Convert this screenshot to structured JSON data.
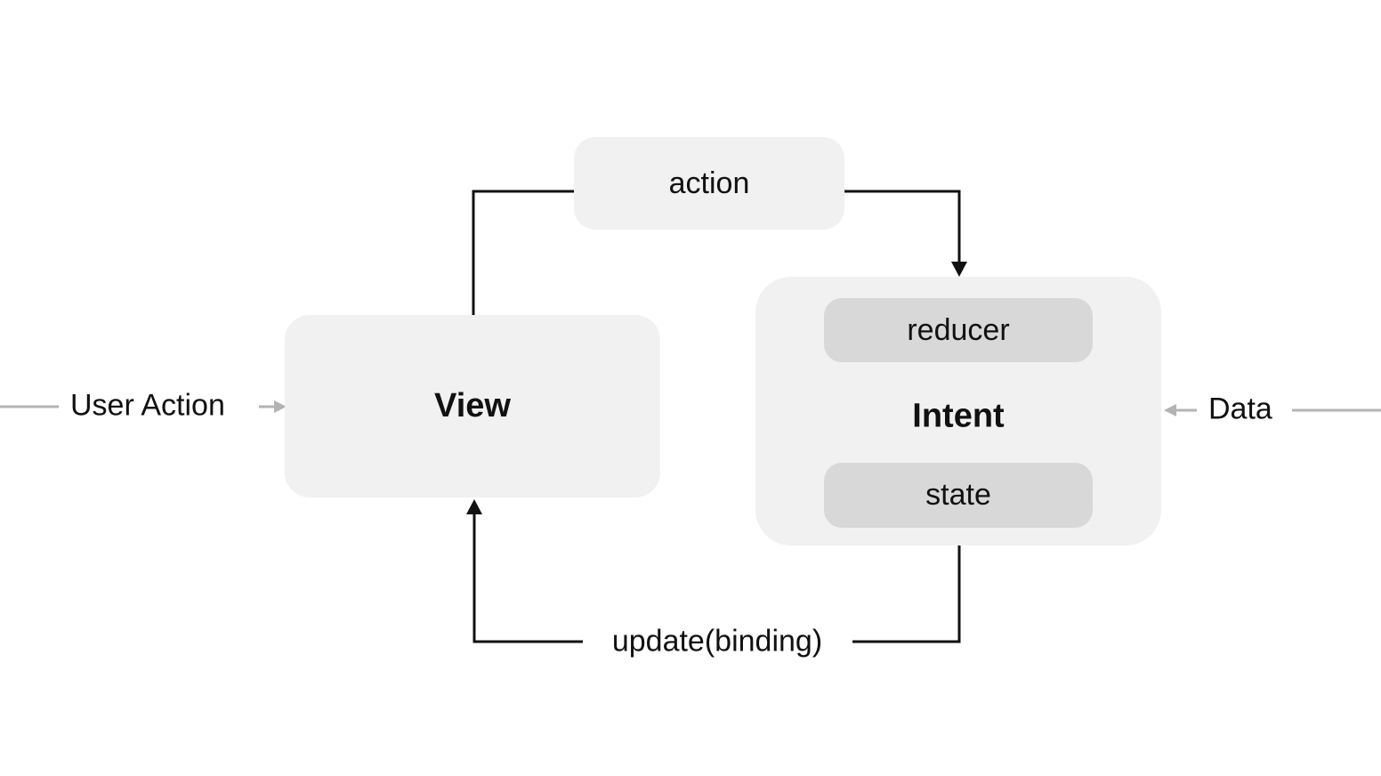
{
  "boxes": {
    "action": {
      "label": "action"
    },
    "view": {
      "label": "View"
    },
    "intent": {
      "label": "Intent",
      "reducer": "reducer",
      "state": "state"
    }
  },
  "labels": {
    "user_action": "User Action",
    "data": "Data",
    "update_binding": "update(binding)"
  },
  "connectors": [
    {
      "name": "view-to-action",
      "from": "View",
      "to": "action",
      "arrowhead": false,
      "color": "black"
    },
    {
      "name": "action-to-intent",
      "from": "action",
      "to": "Intent",
      "arrowhead": true,
      "color": "black"
    },
    {
      "name": "reducer-to-state",
      "from": "reducer",
      "to": "state",
      "arrowhead": true,
      "color": "black"
    },
    {
      "name": "intent-to-view-via-update-binding",
      "from": "Intent",
      "to": "View",
      "arrowhead": true,
      "color": "black"
    },
    {
      "name": "user-action-to-view",
      "from": "User Action",
      "to": "View",
      "arrowhead": true,
      "color": "gray"
    },
    {
      "name": "data-to-intent",
      "from": "Data",
      "to": "Intent",
      "arrowhead": true,
      "color": "gray"
    }
  ],
  "colors": {
    "box_bg": "#f1f1f1",
    "inner_box_bg": "#d8d8d8",
    "connector": "#111111",
    "external_connector": "#b3b3b3",
    "text": "#111111"
  }
}
